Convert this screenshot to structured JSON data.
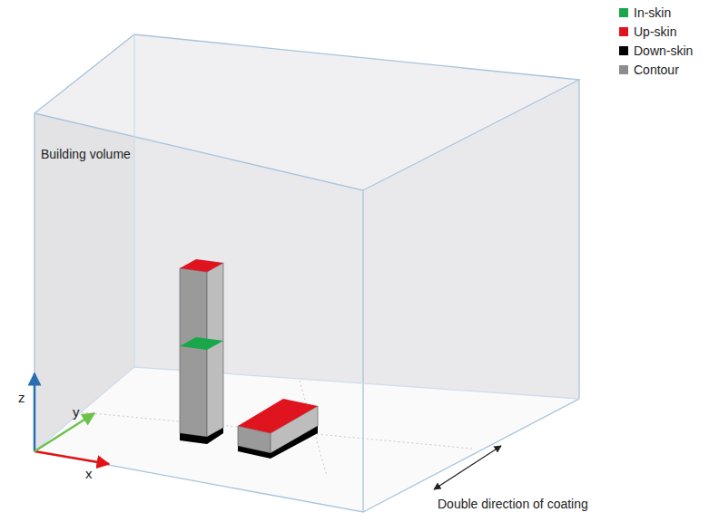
{
  "diagram": {
    "labels": [
      "Building volume",
      "z",
      "y",
      "x",
      "Double direction of coating"
    ],
    "legend": [
      {
        "text": "In-skin",
        "color": "#1aa64b"
      },
      {
        "text": "Up-skin",
        "color": "#e0141e"
      },
      {
        "text": "Down-skin",
        "color": "#000000"
      },
      {
        "text": "Contour",
        "color": "#8c8c8c"
      }
    ]
  }
}
